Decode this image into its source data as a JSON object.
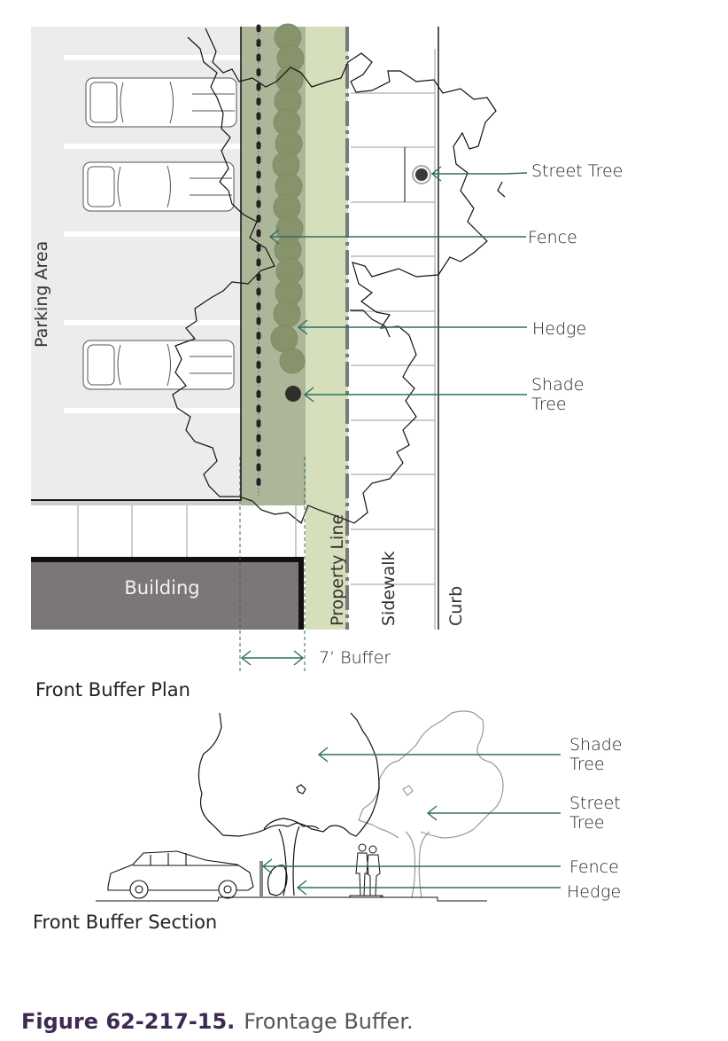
{
  "plan": {
    "title": "Front Buffer Plan",
    "labels": {
      "parking_area": "Parking Area",
      "building": "Building",
      "property_line": "Property Line",
      "sidewalk": "Sidewalk",
      "curb": "Curb",
      "buffer": "7’ Buffer"
    },
    "callouts": {
      "street_tree": "Street Tree",
      "fence": "Fence",
      "hedge": "Hedge",
      "shade_tree_1": "Shade",
      "shade_tree_2": "Tree"
    }
  },
  "section": {
    "title": "Front Buffer Section",
    "callouts": {
      "shade_tree_1": "Shade",
      "shade_tree_2": "Tree",
      "street_tree_1": "Street",
      "street_tree_2": "Tree",
      "fence": "Fence",
      "hedge": "Hedge"
    }
  },
  "caption": {
    "number": "Figure 62-217-15.",
    "text": "Frontage Buffer."
  },
  "colors": {
    "parking": "#ececec",
    "buffer_dark": "#aeb69a",
    "buffer_light": "#d6dfbb",
    "hedge": "#87946b",
    "building": "#7a7776",
    "leader": "#2e6e62",
    "caption_accent": "#3d2a52"
  }
}
